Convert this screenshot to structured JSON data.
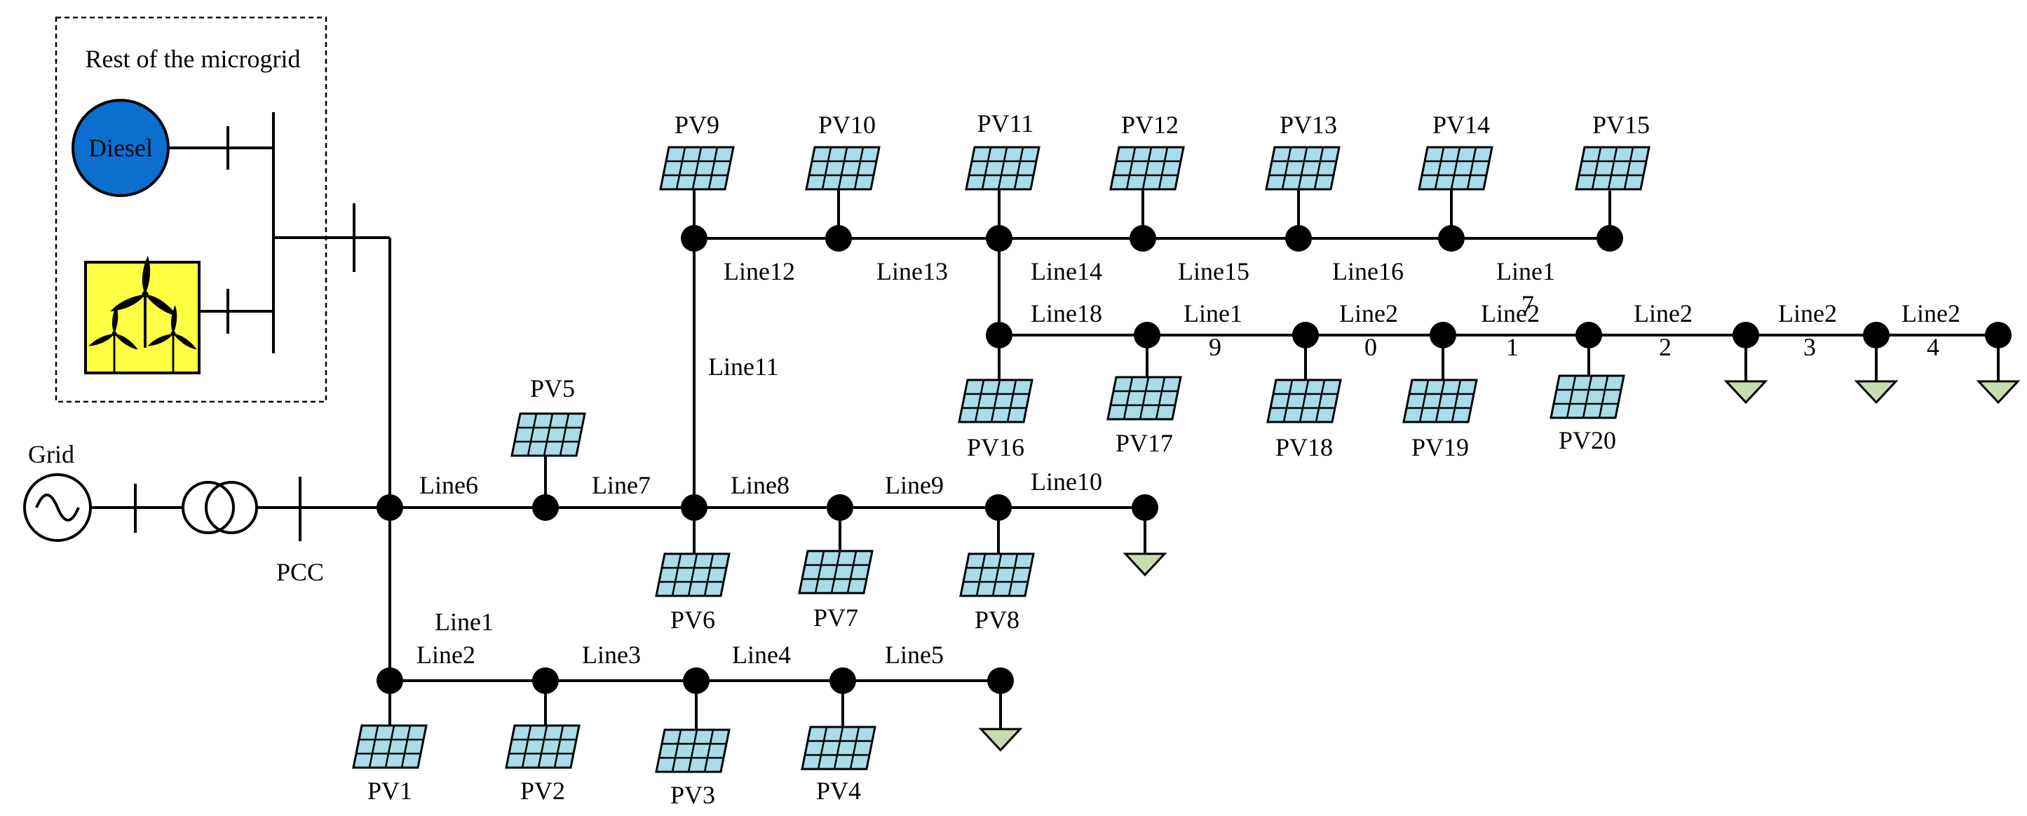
{
  "microgrid_box": {
    "title": "Rest of the microgrid"
  },
  "generators": {
    "diesel_label": "Diesel",
    "wind_icon": "wind-turbine-icon"
  },
  "grid": {
    "label": "Grid",
    "source_icon": "ac-source-icon",
    "transformer_icon": "transformer-icon",
    "pcc_label": "PCC"
  },
  "colors": {
    "diesel": "#0b6fd0",
    "wind_bg": "#ffff44",
    "pv_panel": "#a8dce8",
    "load": "#c8dcb0"
  },
  "lines": {
    "line1": "Line1",
    "line2": "Line2",
    "line3": "Line3",
    "line4": "Line4",
    "line5": "Line5",
    "line6": "Line6",
    "line7": "Line7",
    "line8": "Line8",
    "line9": "Line9",
    "line10": "Line10",
    "line11": "Line11",
    "line12": "Line12",
    "line13": "Line13",
    "line14": "Line14",
    "line15": "Line15",
    "line16": "Line16",
    "line17_top": "Line1",
    "line17_bot": "7",
    "line18": "Line18",
    "line19_top": "Line1",
    "line19_bot": "9",
    "line20_top": "Line2",
    "line20_bot": "0",
    "line21_top": "Line2",
    "line21_bot": "1",
    "line22_top": "Line2",
    "line22_bot": "2",
    "line23_top": "Line2",
    "line23_bot": "3",
    "line24_top": "Line2",
    "line24_bot": "4"
  },
  "pv": {
    "pv1": "PV1",
    "pv2": "PV2",
    "pv3": "PV3",
    "pv4": "PV4",
    "pv5": "PV5",
    "pv6": "PV6",
    "pv7": "PV7",
    "pv8": "PV8",
    "pv9": "PV9",
    "pv10": "PV10",
    "pv11": "PV11",
    "pv12": "PV12",
    "pv13": "PV13",
    "pv14": "PV14",
    "pv15": "PV15",
    "pv16": "PV16",
    "pv17": "PV17",
    "pv18": "PV18",
    "pv19": "PV19",
    "pv20": "PV20"
  }
}
